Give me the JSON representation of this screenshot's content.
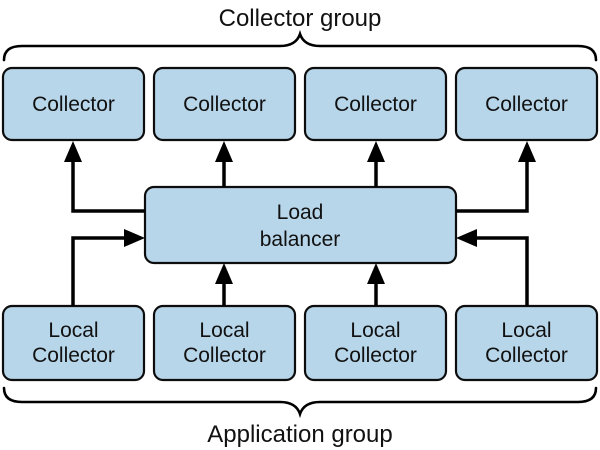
{
  "diagram": {
    "top_group_label": "Collector group",
    "bottom_group_label": "Application group",
    "load_balancer": {
      "label_line1": "Load",
      "label_line2": "balancer"
    },
    "collectors": [
      {
        "label": "Collector"
      },
      {
        "label": "Collector"
      },
      {
        "label": "Collector"
      },
      {
        "label": "Collector"
      }
    ],
    "local_collectors": [
      {
        "label_line1": "Local",
        "label_line2": "Collector"
      },
      {
        "label_line1": "Local",
        "label_line2": "Collector"
      },
      {
        "label_line1": "Local",
        "label_line2": "Collector"
      },
      {
        "label_line1": "Local",
        "label_line2": "Collector"
      }
    ],
    "colors": {
      "box_fill": "#b8d6ea",
      "stroke": "#0d0d0d",
      "text": "#111111"
    }
  }
}
